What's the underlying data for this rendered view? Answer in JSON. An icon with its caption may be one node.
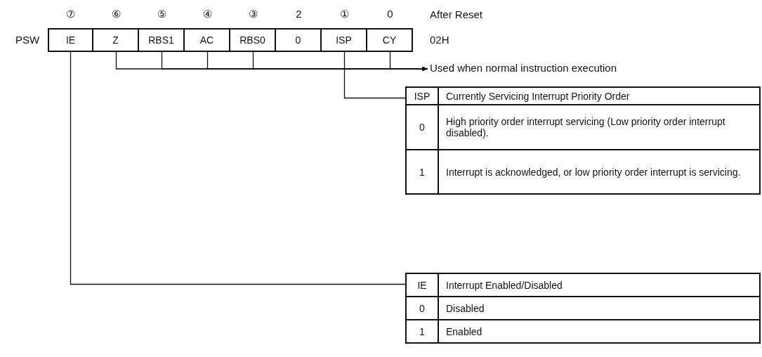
{
  "diagram": {
    "nodes": [
      {
        "text": [
          "IE"
        ]
      },
      {
        "text": [
          "Z"
        ]
      },
      {
        "text": [
          "RBS1"
        ]
      },
      {
        "text": [
          "AC"
        ]
      },
      {
        "text": [
          "RBS0"
        ]
      },
      {
        "text": [
          "0"
        ]
      },
      {
        "text": [
          "ISP"
        ]
      },
      {
        "text": [
          "CY"
        ]
      },
      {
        "text": [
          "Used when normal instruction execution"
        ]
      },
      {
        "text": [
          "ISP",
          "Currently Servicing Interrupt Priority Order",
          "0",
          "High priority order interrupt servicing (Low priority order interrupt disabled).",
          "1",
          "Interrupt is acknowledged, or low priority order interrupt is servicing."
        ]
      },
      {
        "text": [
          "IE",
          "Interrupt Enabled/Disabled",
          "0",
          "Disabled",
          "1",
          "Enabled"
        ]
      }
    ],
    "edges": [
      {
        "from": 1,
        "to": 8,
        "arrow": "to"
      },
      {
        "from": 2,
        "to": 8,
        "arrow": "to"
      },
      {
        "from": 3,
        "to": 8,
        "arrow": "to"
      },
      {
        "from": 4,
        "to": 8,
        "arrow": "to"
      },
      {
        "from": 7,
        "to": 8,
        "arrow": "to"
      },
      {
        "from": 6,
        "to": 9,
        "arrow": "none"
      },
      {
        "from": 0,
        "to": 10,
        "arrow": "none"
      }
    ],
    "labels": [
      "⑦",
      "⑥",
      "⑤",
      "④",
      "③",
      "2",
      "①",
      "0",
      "After Reset",
      "PSW",
      "02H"
    ]
  }
}
